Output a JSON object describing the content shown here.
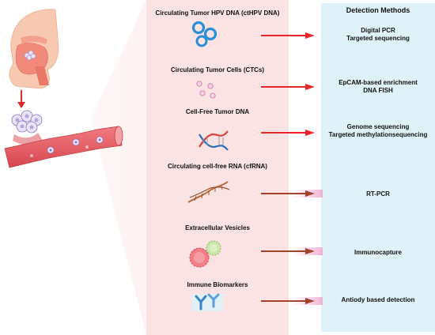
{
  "diagram": {
    "header": "Detection Methods",
    "biomarkers": [
      {
        "name": "Circulating Tumor HPV DNA (ctHPV DNA)",
        "methods": [
          "Digital PCR",
          "Targeted sequencing"
        ],
        "arrow_color": "#e8262a"
      },
      {
        "name": "Circulating Tumor Cells (CTCs)",
        "methods": [
          "EpCAM-based enrichment",
          "DNA FISH"
        ],
        "arrow_color": "#e8262a"
      },
      {
        "name": "Cell-Free Tumor DNA",
        "methods": [
          "Genome sequencing",
          "Targeted methylationsequencing"
        ],
        "arrow_color": "#e8262a"
      },
      {
        "name": "Circulating cell-free RNA (cfRNA)",
        "methods": [
          "RT-PCR"
        ],
        "arrow_color": "#a0452a"
      },
      {
        "name": "Extracellular Vesicles",
        "methods": [
          "Immunocapture"
        ],
        "arrow_color": "#a0452a"
      },
      {
        "name": "Immune Biomarkers",
        "methods": [
          "Antiody based detection"
        ],
        "arrow_color": "#a0452a"
      }
    ],
    "colors": {
      "biomarker_panel": "#fbe3e3",
      "methods_panel": "#dff2f9",
      "skin": "#f7c9b0",
      "vessel": "#e8646b"
    }
  }
}
